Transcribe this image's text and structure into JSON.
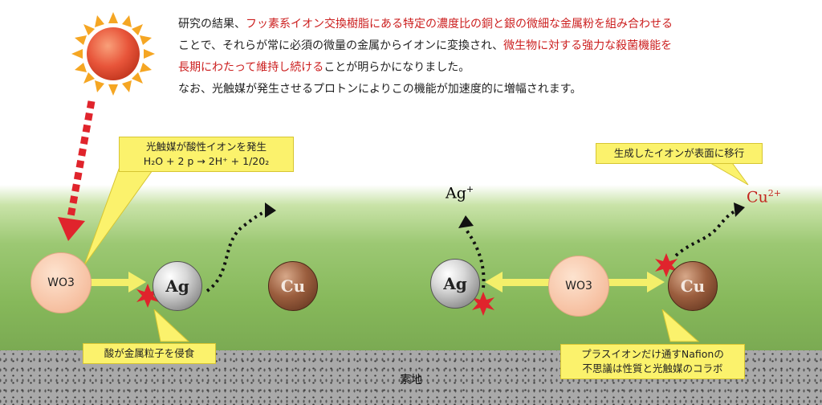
{
  "paragraph": {
    "line1_a": "研究の結果、",
    "line1_b": "フッ素系イオン交換樹脂にある特定の濃度比の銅と銀の微細な金属粉を組み合わせる",
    "line2_a": "ことで、それらが常に必須の微量の金属からイオンに変換され、",
    "line2_b": "微生物に対する強力な殺菌機能を",
    "line3_a": "長期にわたって維持し続ける",
    "line3_b": "ことが明らかになりました。",
    "line4": "なお、光触媒が発生させるプロトンによりこの機能が加速度的に増幅されます。"
  },
  "callouts": {
    "photocatalyst_line1": "光触媒が酸性イオンを発生",
    "photocatalyst_line2": "H₂O + 2 p → 2H⁺ + 1/20₂",
    "corrode": "酸が金属粒子を侵食",
    "migrate": "生成したイオンが表面に移行",
    "nafion_line1": "プラスイオンだけ通すNafionの",
    "nafion_line2": "不思議は性質と光触媒のコラボ"
  },
  "particles": {
    "wo3_left": "WO3",
    "wo3_right": "WO3",
    "ag_left": "Ag",
    "cu_left": "Cu",
    "ag_right": "Ag",
    "cu_right": "Cu"
  },
  "ions": {
    "ag_base": "Ag",
    "ag_charge": "+",
    "cu_base": "Cu",
    "cu_charge": "2+"
  },
  "ground_label": "素地",
  "colors": {
    "highlight_text": "#cc1f1f",
    "callout_fill": "#fbf26c",
    "arrow_red": "#e0242c",
    "arrow_yellow": "#f4ef6a",
    "sun_core": "#e8553a",
    "sun_rays": "#f5a623"
  }
}
